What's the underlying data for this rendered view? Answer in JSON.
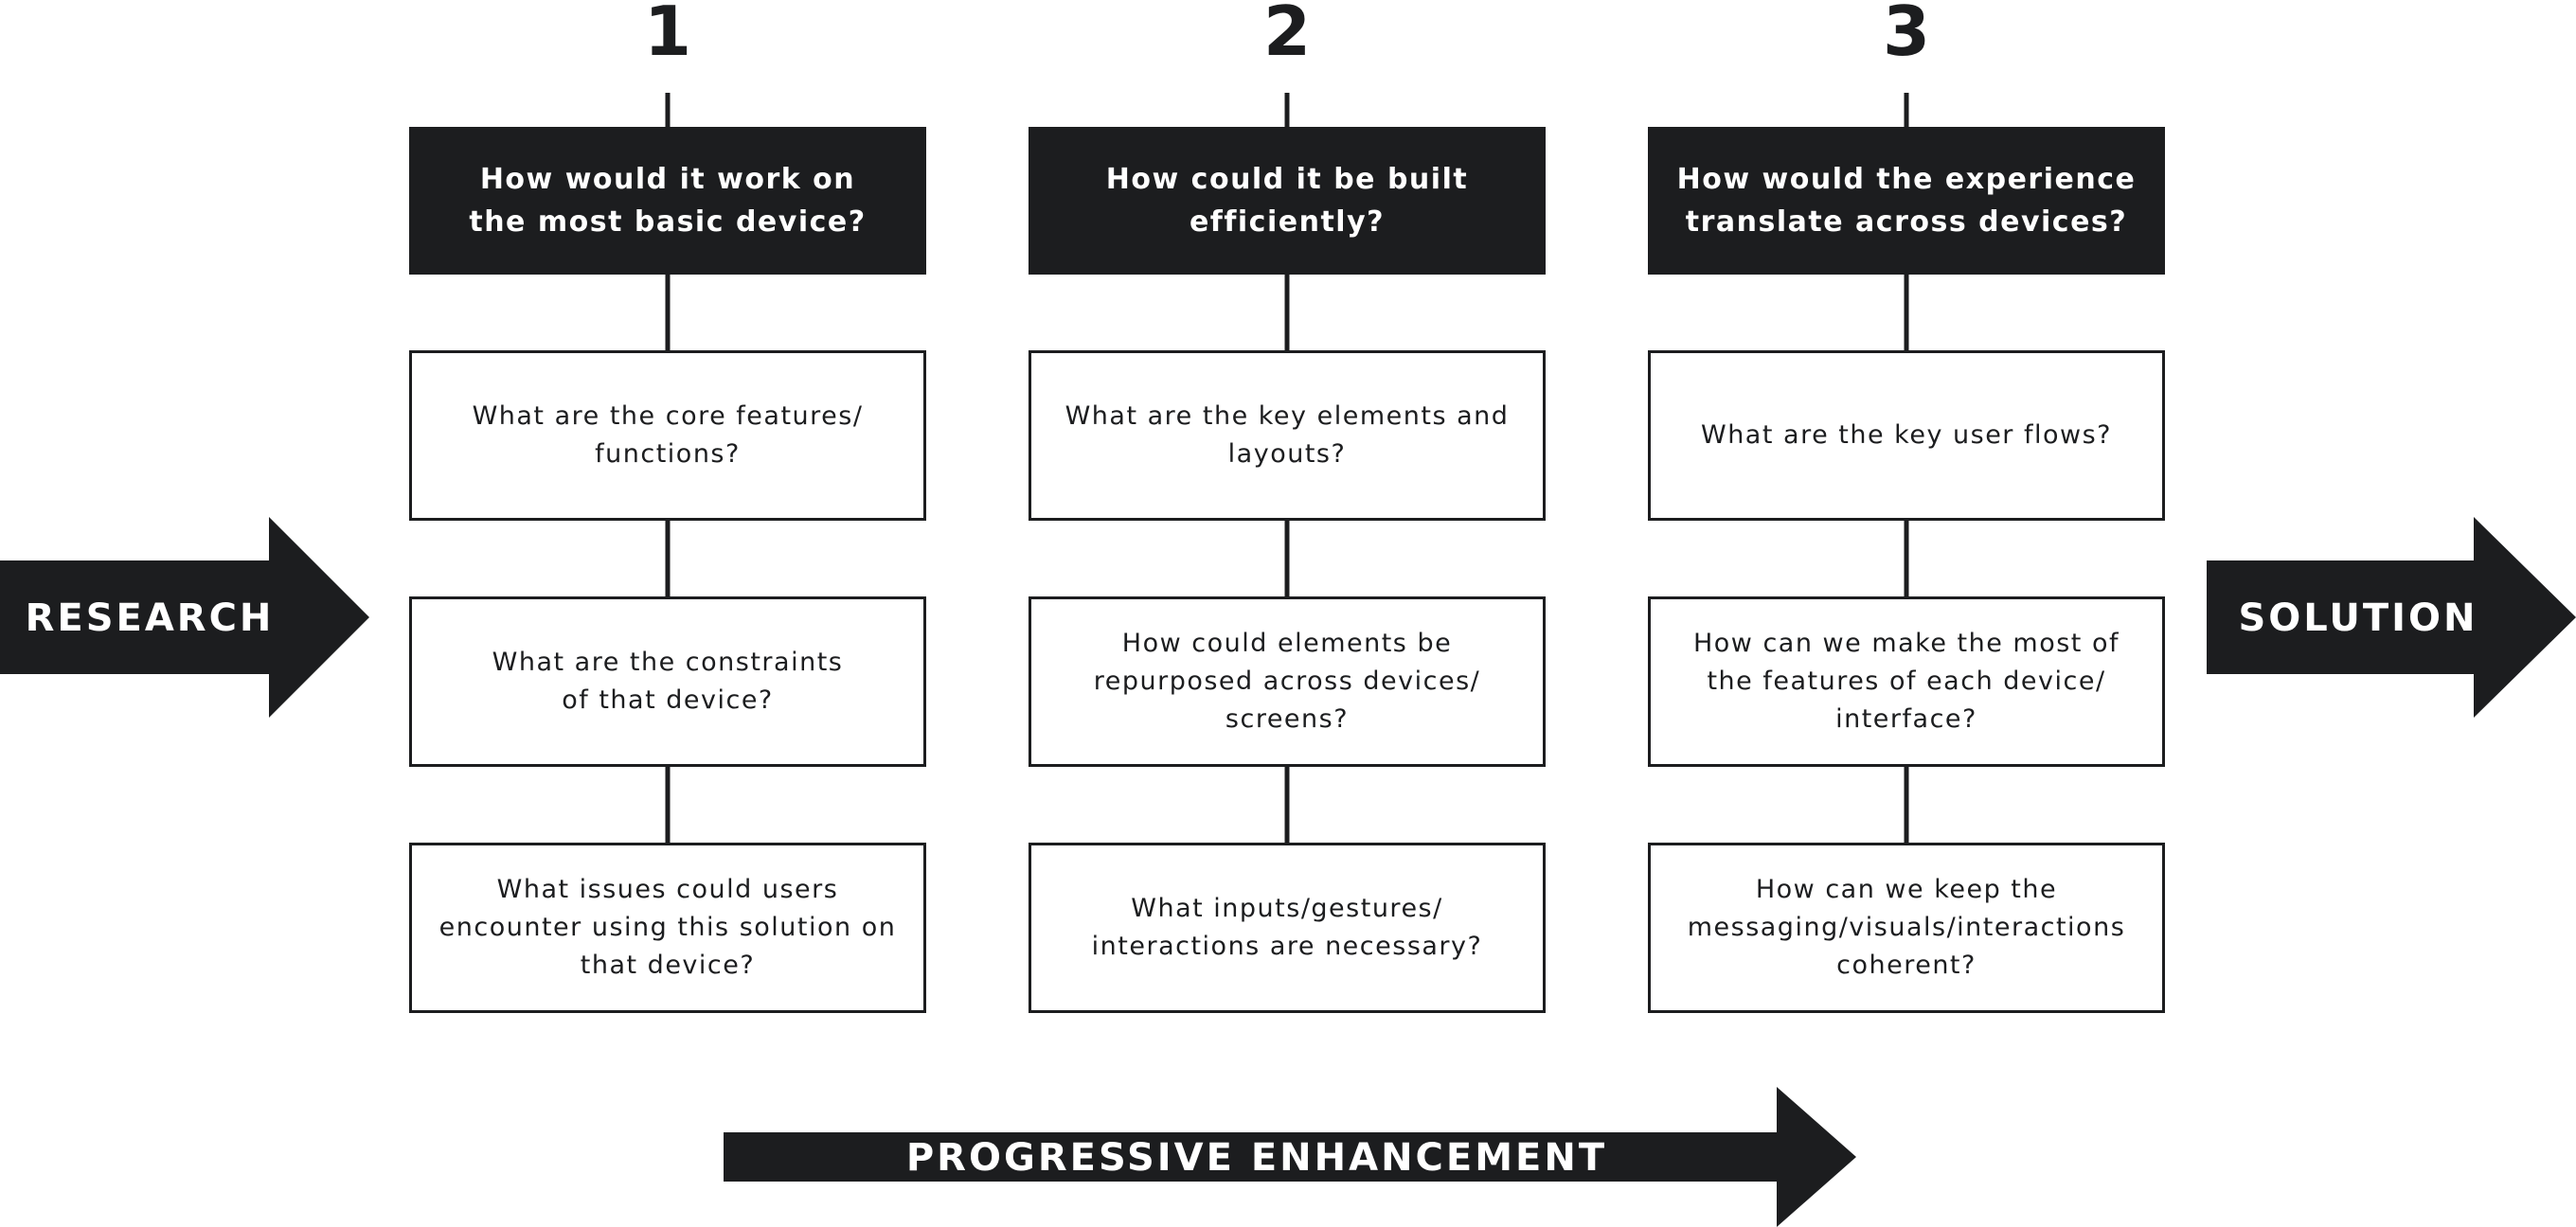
{
  "flow": {
    "start_label": "RESEARCH",
    "end_label": "SOLUTION",
    "bottom_label": "PROGRESSIVE ENHANCEMENT"
  },
  "columns": [
    {
      "number": "1",
      "heading": "How would it work on\nthe most basic device?",
      "questions": [
        "What are the core features/\nfunctions?",
        "What are the constraints\nof that device?",
        "What issues could users\nencounter using this solution on\nthat device?"
      ]
    },
    {
      "number": "2",
      "heading": "How could it be built\nefficiently?",
      "questions": [
        "What are the key elements and\nlayouts?",
        "How could elements be\nrepurposed across devices/\nscreens?",
        "What inputs/gestures/\ninteractions are necessary?"
      ]
    },
    {
      "number": "3",
      "heading": "How would the experience\ntranslate across devices?",
      "questions": [
        "What are the key user flows?",
        "How can we make the most of\nthe features of each device/\ninterface?",
        "How can we keep the\nmessaging/visuals/interactions\ncoherent?"
      ]
    }
  ],
  "colors": {
    "ink": "#1c1d1f",
    "background": "#ffffff"
  }
}
